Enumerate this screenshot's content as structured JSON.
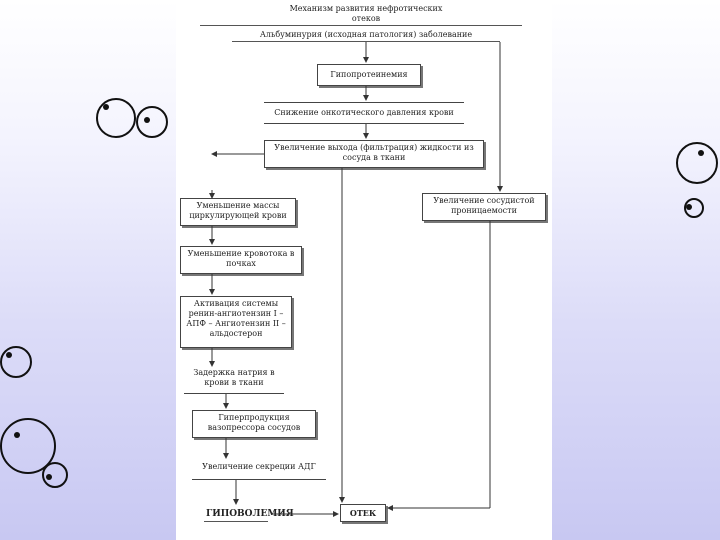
{
  "diagram": {
    "title": "Механизм развития нефротических отеков",
    "subtitle": "Альбуминурия (исходная патология) заболевание",
    "nodes": {
      "hypoproteinemia": "Гипопротеинемия",
      "oncotic_drop": "Снижение онкотического давления крови",
      "fluid_exit": "Увеличение выхода (фильтрация) жидкости из сосуда в ткани",
      "vascular_permeability": "Увеличение сосудистой проницаемости",
      "circulating_volume": "Уменьшение массы циркулирующей крови",
      "renal_hypoperfusion": "Уменьшение кровотока в почках",
      "raas": "Активация системы ренин-ангиотензин I – АПФ – Ангиотензин II – альдостерон",
      "fluid_retention": "Задержка натрия в крови в ткани",
      "vasopressin": "Гиперпродукция вазопрессора сосудов",
      "adh": "Увеличение секреции АДГ",
      "hypovolemia": "ГИПОВОЛЕМИЯ",
      "edema": "ОТЕК"
    }
  }
}
